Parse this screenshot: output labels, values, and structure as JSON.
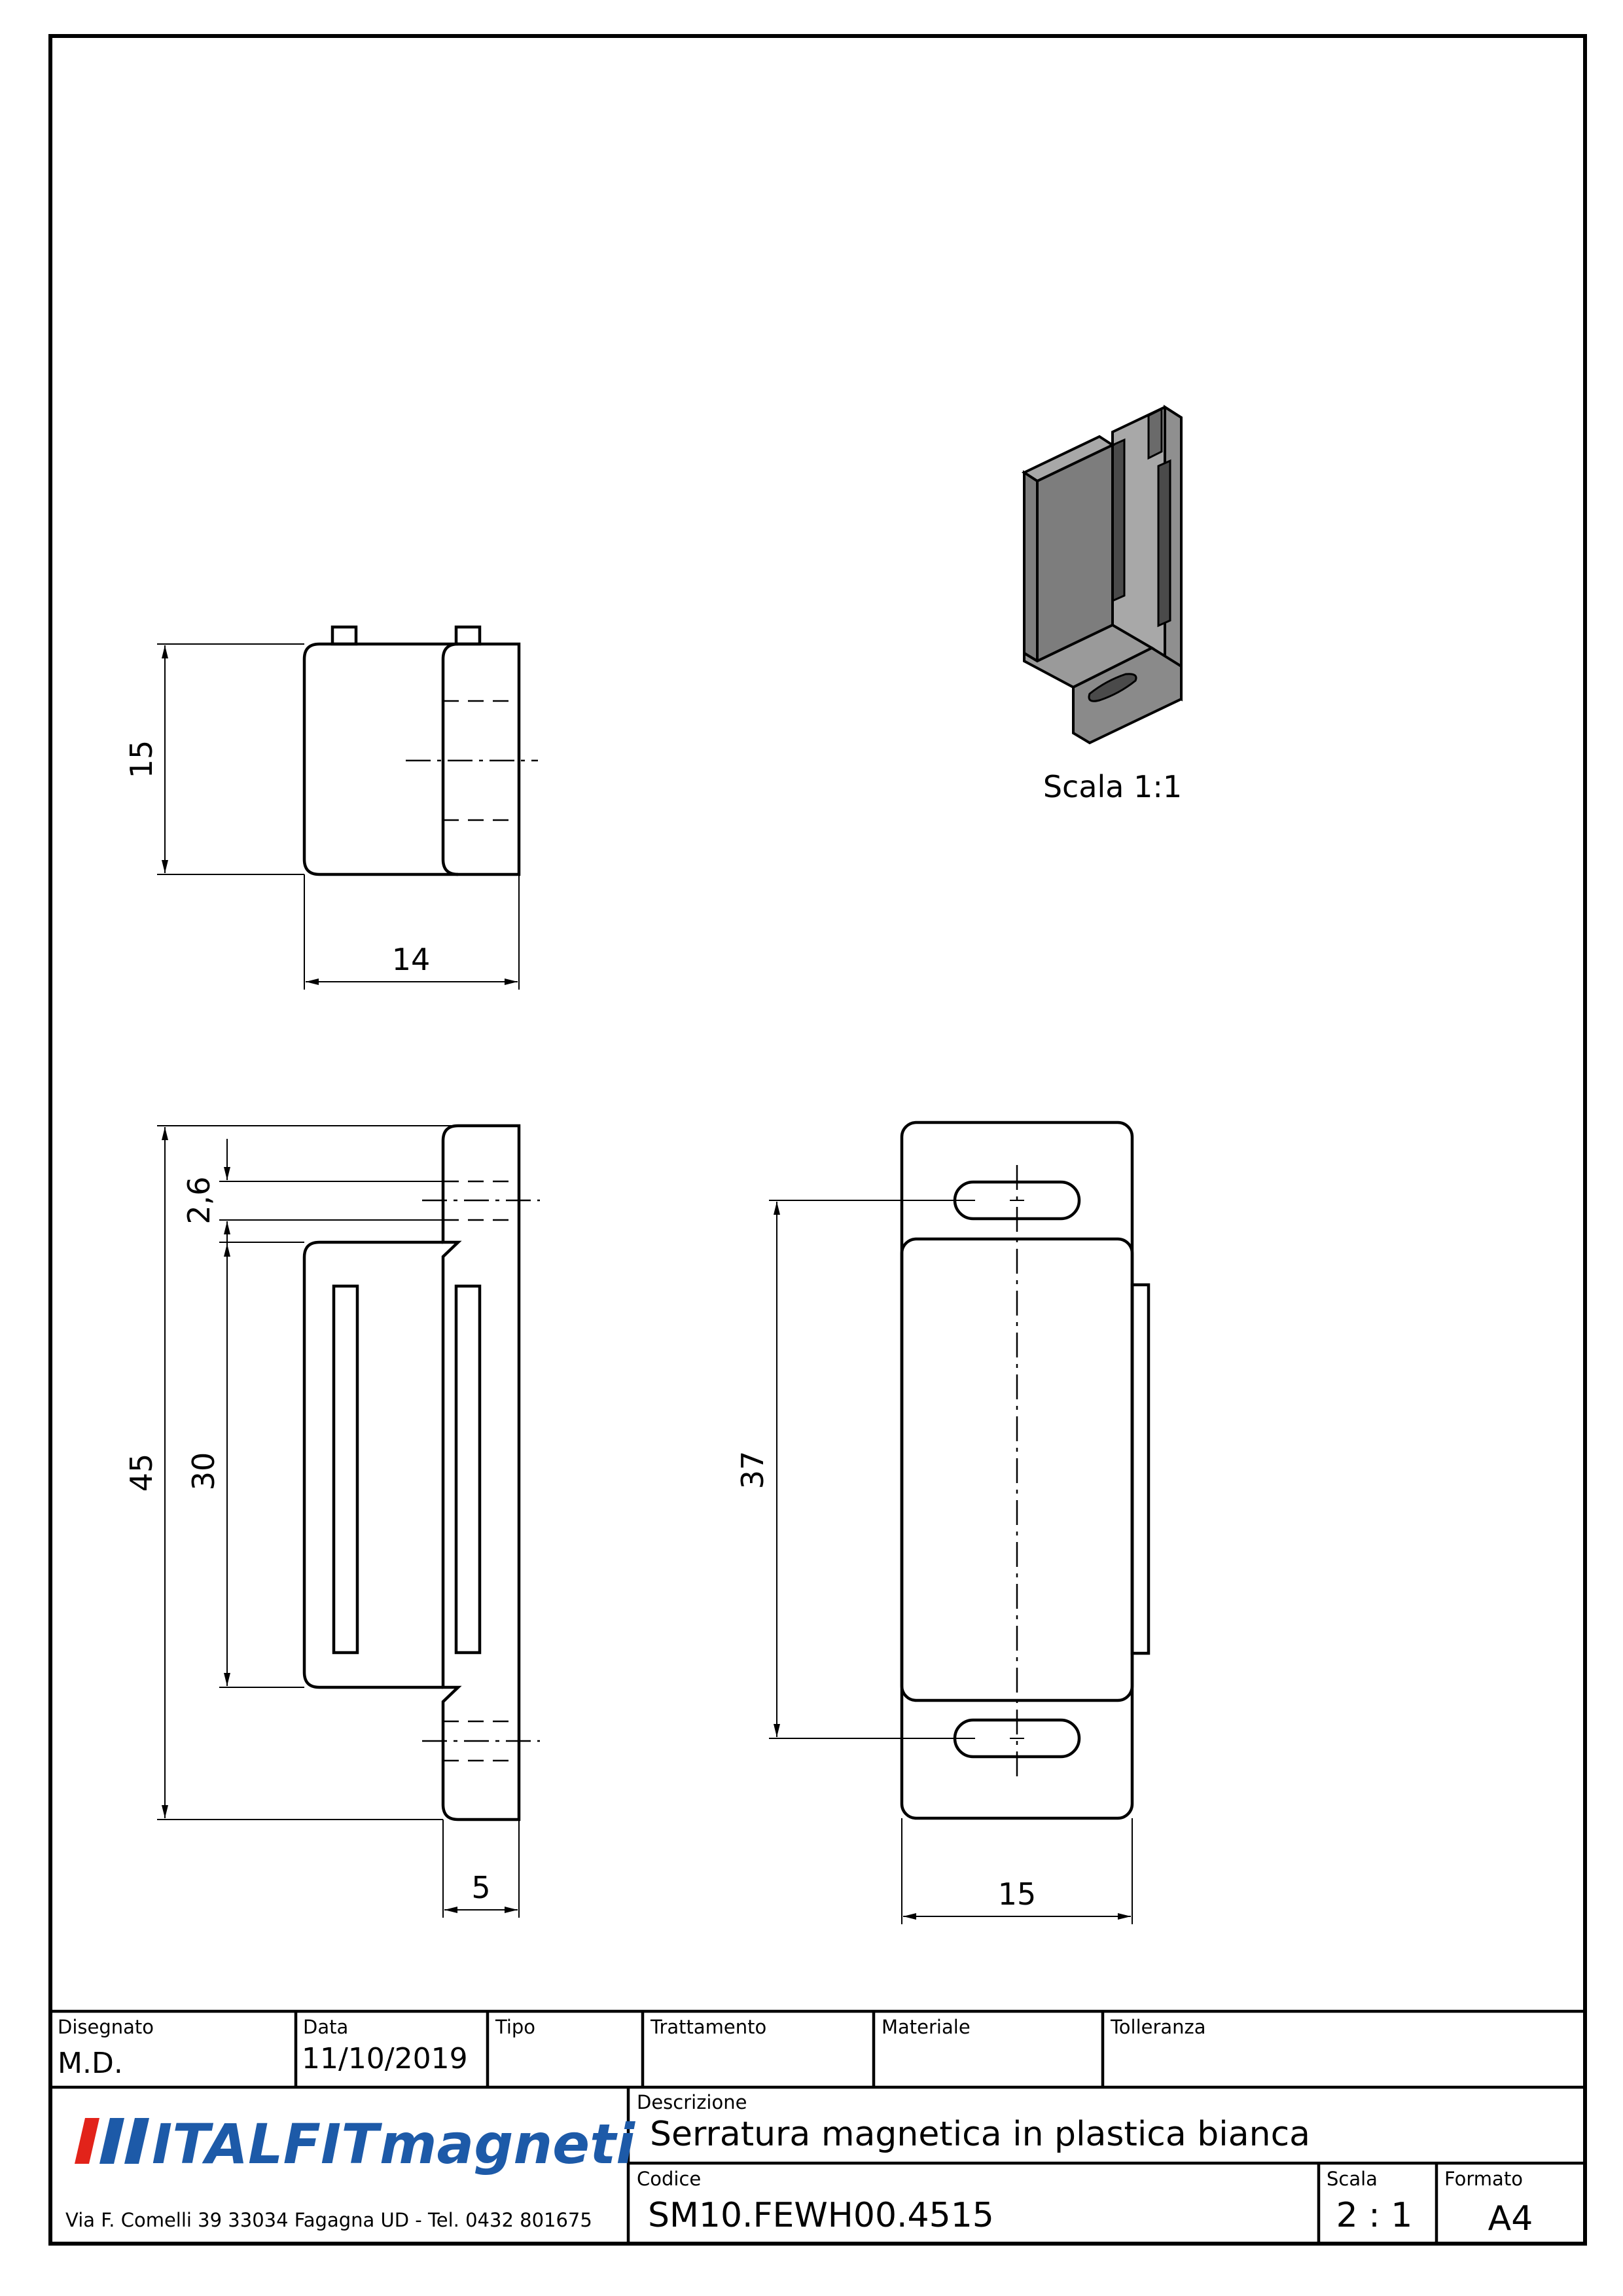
{
  "views": {
    "top": {
      "dim_height": "15",
      "dim_width": "14"
    },
    "side": {
      "dim_total": "45",
      "dim_inner": "30",
      "dim_slot": "2,6",
      "dim_flange": "5"
    },
    "front": {
      "dim_holes": "37",
      "dim_width": "15"
    },
    "iso": {
      "scale_label": "Scala 1:1"
    }
  },
  "title_block": {
    "drawn_label": "Disegnato",
    "drawn_value": "M.D.",
    "date_label": "Data",
    "date_value": "11/10/2019",
    "type_label": "Tipo",
    "treatment_label": "Trattamento",
    "material_label": "Materiale",
    "tolerance_label": "Tolleranza",
    "description_label": "Descrizione",
    "description_value": "Serratura magnetica in plastica bianca",
    "code_label": "Codice",
    "code_value": "SM10.FEWH00.4515",
    "scale_label": "Scala",
    "scale_value": "2 : 1",
    "format_label": "Formato",
    "format_value": "A4",
    "company_name_1": "ITALFIT",
    "company_name_2": "magneti",
    "company_address": "Via F. Comelli 39  33034 Fagagna UD - Tel. 0432 801675"
  },
  "colors": {
    "logo_red": "#e2231a",
    "logo_blue": "#1d5aa8",
    "logo_green": "#2a9a3b",
    "iso_face": "#7d7d7d",
    "iso_light": "#a8a8a8",
    "iso_dark": "#555555"
  }
}
